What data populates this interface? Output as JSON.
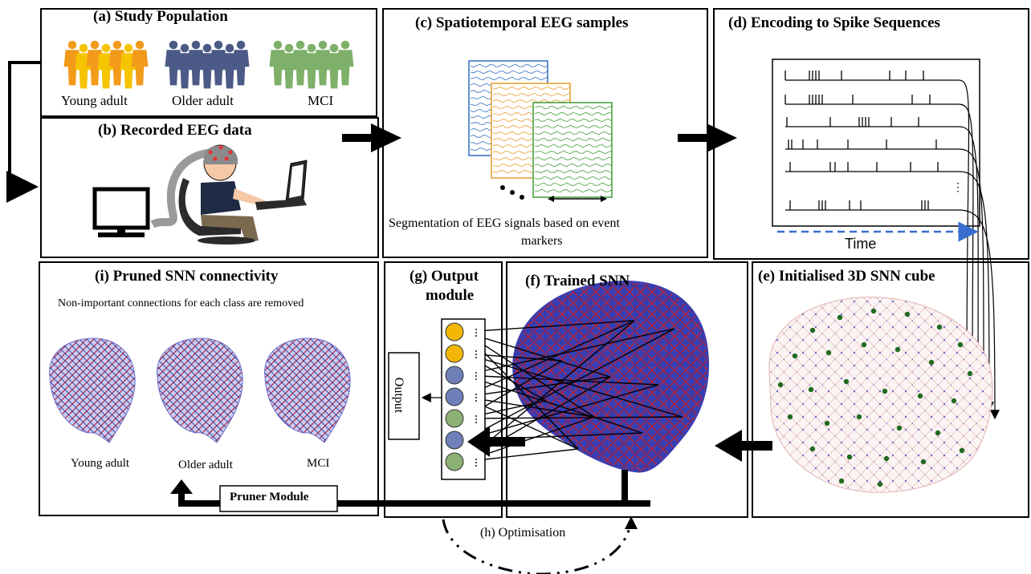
{
  "panels": {
    "a": {
      "title": "(a) Study Population",
      "groups": [
        "Young  adult",
        "Older adult",
        "MCI"
      ]
    },
    "b": {
      "title": "(b) Recorded EEG data"
    },
    "c": {
      "title": "(c) Spatiotemporal  EEG samples",
      "caption_line1": "Segmentation of EEG signals based on event",
      "caption_line2": "markers"
    },
    "d": {
      "title": "(d) Encoding  to Spike Sequences",
      "axis_label": "Time",
      "ellipsis": "⋮"
    },
    "e": {
      "title": "(e) Initialised 3D SNN cube"
    },
    "f": {
      "title": "(f) Trained  SNN"
    },
    "g": {
      "title_line1": "(g) Output",
      "title_line2": "module",
      "output_label": "Output",
      "dots": "⋮"
    },
    "h": {
      "label": "(h) Optimisation"
    },
    "i": {
      "title": "(i) Pruned  SNN connectivity",
      "subtitle": "Non-important connections for each class are removed",
      "classes": [
        "Young adult",
        "Older adult",
        "MCI"
      ]
    },
    "pruner": {
      "label": "Pruner Module"
    }
  },
  "colors": {
    "young": "#f29a1a",
    "young2": "#f6c400",
    "older": "#4b5a86",
    "mci": "#7fb06a",
    "eeg_blue": "#2f6fbf",
    "eeg_orange": "#e59b2c",
    "eeg_green": "#3e9b35",
    "net_red": "#b2182b",
    "net_blue": "#2b3aa6",
    "node_green": "#1f6b1f",
    "node_yellow": "#f2b705",
    "node_blue": "#6f80b8",
    "node_green_light": "#8bb174",
    "time_arrow": "#3a6fd0"
  }
}
